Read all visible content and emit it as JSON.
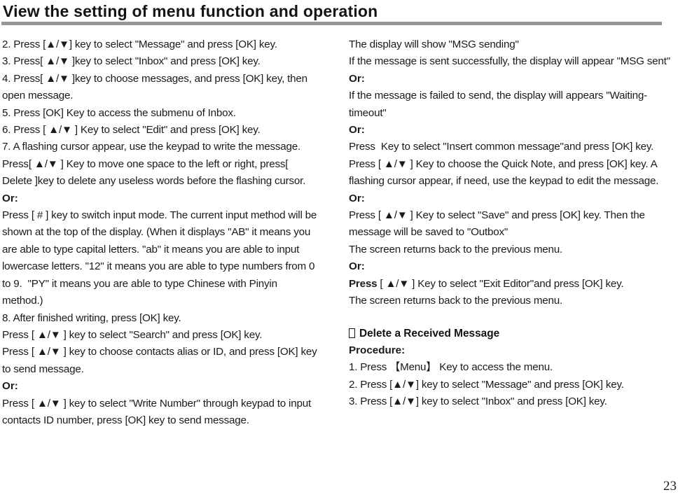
{
  "header": {
    "title": "View the setting of menu function and operation",
    "rule_color": "#949699"
  },
  "left_column": {
    "paragraphs": [
      {
        "id": "l1",
        "text": "2. Press [▲/▼] key to select \"Message\" and press [OK] key.",
        "bold": false
      },
      {
        "id": "l2",
        "text": "3. Press[ ▲/▼ ]key to select \"Inbox\" and press [OK] key.",
        "bold": false
      },
      {
        "id": "l3",
        "text": "4. Press[ ▲/▼ ]key to choose messages, and press [OK] key, then open message.",
        "bold": false
      },
      {
        "id": "l4",
        "text": "5. Press [OK] Key to access the submenu of Inbox.",
        "bold": false
      },
      {
        "id": "l5",
        "text": "6. Press [ ▲/▼ ] Key to select \"Edit\" and press [OK] key.",
        "bold": false
      },
      {
        "id": "l6",
        "text": "7. A flashing cursor appear, use the keypad to write the message.",
        "bold": false
      },
      {
        "id": "l7",
        "text": "Press[ ▲/▼ ] Key to move one space to the left or right, press[ Delete ]key to delete any useless words before the flashing cursor.",
        "bold": false
      },
      {
        "id": "l8",
        "text": "Or:",
        "bold": true
      },
      {
        "id": "l9",
        "text": "Press [ # ] key to switch input mode. The current input method will be shown at the top of the display. (When it displays \"AB\" it means you are able to type capital letters. \"ab\" it means you are able to input lowercase letters. \"12\" it means you are able to type numbers from 0 to 9.  \"PY\" it means you are able to type Chinese with Pinyin method.)",
        "bold": false
      },
      {
        "id": "l10",
        "text": "8. After finished writing, press [OK] key.",
        "bold": false
      },
      {
        "id": "l11",
        "text": "Press [ ▲/▼ ] key to select \"Search\" and press [OK] key.",
        "bold": false
      },
      {
        "id": "l12",
        "text": "Press [ ▲/▼ ] key to choose contacts alias or ID, and press [OK] key to send message.",
        "bold": false
      },
      {
        "id": "l13",
        "text": "Or:",
        "bold": true
      },
      {
        "id": "l14",
        "text": "Press [ ▲/▼ ] key to select \"Write Number\" through keypad to input contacts ID number, press [OK] key to send message.",
        "bold": false
      }
    ]
  },
  "right_column": {
    "paragraphs": [
      {
        "id": "r1",
        "text": "The display will show \"MSG sending\"",
        "bold": false
      },
      {
        "id": "r2",
        "text": "If the message is sent successfully, the display will appear \"MSG sent\"",
        "bold": false
      },
      {
        "id": "r3",
        "text": "Or:",
        "bold": true
      },
      {
        "id": "r4",
        "text": "If the message is failed to send, the display will appears \"Waiting-timeout\"",
        "bold": false
      },
      {
        "id": "r5",
        "text": "Or:",
        "bold": true
      },
      {
        "id": "r6",
        "text": "Press  Key to select \"Insert common message\"and press [OK] key.",
        "bold": false
      },
      {
        "id": "r7",
        "text": "Press [ ▲/▼ ] Key to choose the Quick Note, and press [OK] key. A flashing cursor appear, if need, use the keypad to edit the message.",
        "bold": false
      },
      {
        "id": "r8",
        "text": "Or:",
        "bold": true
      },
      {
        "id": "r9",
        "text": "Press [ ▲/▼ ] Key to select \"Save\" and press [OK] key. Then the message will be saved to \"Outbox\"",
        "bold": false
      },
      {
        "id": "r10",
        "text": "The screen returns back to the previous menu.",
        "bold": false
      },
      {
        "id": "r11",
        "text": "Or:",
        "bold": true
      }
    ],
    "exit_editor_paragraph": {
      "lead": "Press",
      "rest": " [ ▲/▼ ] Key to select \"Exit Editor\"and press [OK] key."
    },
    "after_exit_line": "The screen returns back to the previous menu.",
    "section": {
      "bullet_glyph": "box-glyph",
      "heading": "Delete a Received Message",
      "procedure_label": "Procedure:",
      "steps": [
        "1. Press 【Menu】 Key to access the menu.",
        "2. Press [▲/▼] key to select \"Message\" and press [OK] key.",
        "3. Press [▲/▼] key to select \"Inbox\" and press [OK] key."
      ]
    }
  },
  "footer": {
    "page_number": "23"
  }
}
